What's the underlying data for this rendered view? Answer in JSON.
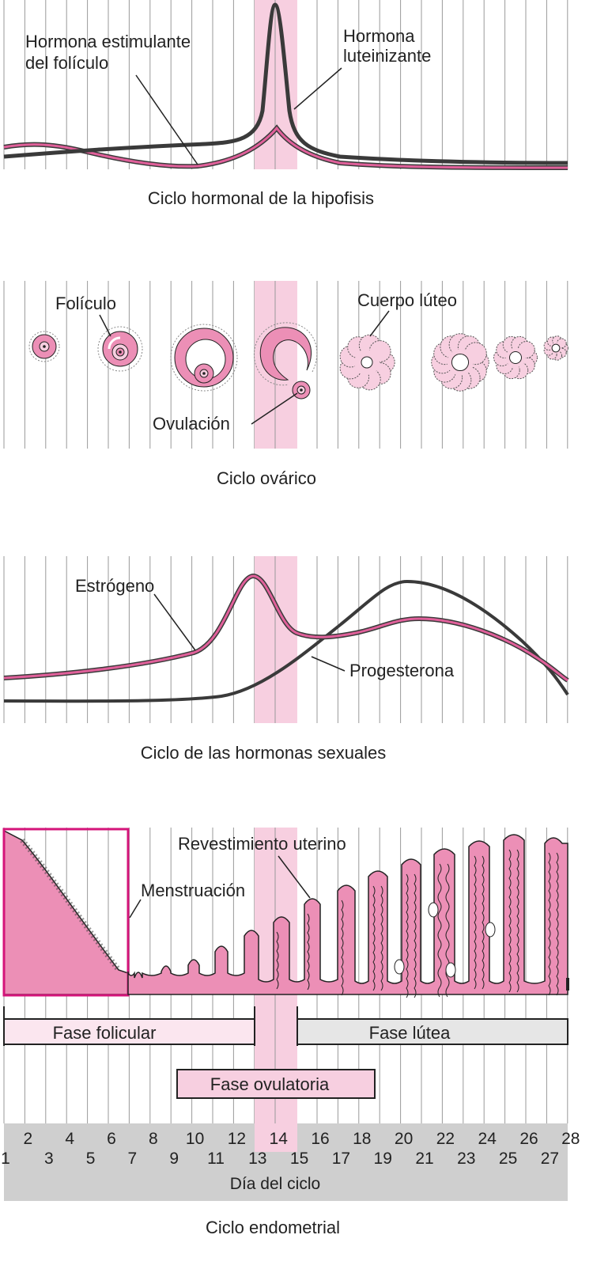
{
  "colors": {
    "pink": "#e0609a",
    "pink_light": "#f7cfe0",
    "pink_fill": "#ec8fb6",
    "magenta": "#d4147a",
    "dark": "#3a3a3a",
    "gray_band": "#cfcfcf",
    "grid": "#9a9a9a"
  },
  "pituitary": {
    "label_fsh": [
      "Hormona estimulante",
      "del folículo"
    ],
    "label_lh": [
      "Hormona",
      "luteinizante"
    ],
    "caption": "Ciclo hormonal de la hipofisis"
  },
  "ovarian": {
    "label_follicle": "Folículo",
    "label_corpus": "Cuerpo lúteo",
    "label_ovulation": "Ovulación",
    "caption": "Ciclo ovárico"
  },
  "sex_hormones": {
    "label_estrogen": "Estrógeno",
    "label_progesterone": "Progesterona",
    "caption": "Ciclo de las hormonas sexuales"
  },
  "endometrial": {
    "label_lining": "Revestimiento uterino",
    "label_menstruation": "Menstruación",
    "phase_follicular": "Fase folicular",
    "phase_luteal": "Fase lútea",
    "phase_ovulatory": "Fase ovulatoria",
    "axis_title": "Día del ciclo",
    "days_even": [
      "2",
      "4",
      "6",
      "8",
      "10",
      "12",
      "14",
      "16",
      "18",
      "20",
      "22",
      "24",
      "26",
      "28"
    ],
    "days_odd": [
      "1",
      "3",
      "5",
      "7",
      "9",
      "11",
      "13",
      "15",
      "17",
      "19",
      "21",
      "23",
      "25",
      "27"
    ],
    "caption": "Ciclo endometrial"
  }
}
